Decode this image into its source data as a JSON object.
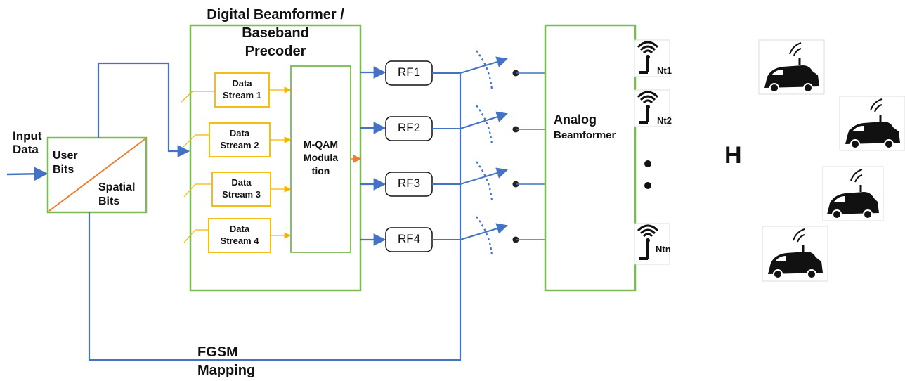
{
  "input_label": [
    "Input",
    "Data"
  ],
  "splitter": {
    "user_bits": [
      "User",
      "Bits"
    ],
    "spatial_bits": [
      "Spatial",
      "Bits"
    ]
  },
  "digital_block": {
    "title": [
      "Digital Beamformer /",
      "Baseband",
      "Precoder"
    ]
  },
  "data_streams": [
    [
      "Data",
      "Stream 1"
    ],
    [
      "Data",
      "Stream 2"
    ],
    [
      "Data",
      "Stream 3"
    ],
    [
      "Data",
      "Stream 4"
    ]
  ],
  "modulator": [
    "M-QAM",
    "Modula",
    "tion"
  ],
  "rf_chains": [
    "RF1",
    "RF2",
    "RF3",
    "RF4"
  ],
  "analog_block": {
    "title": "Analog",
    "subtitle": "Beamformer"
  },
  "antennas": [
    "Nt1",
    "Nt2",
    "Ntn"
  ],
  "channel_label": "H",
  "fgsm_label": [
    "FGSM",
    "Mapping"
  ],
  "colors": {
    "block_border": "#7cba55",
    "stream_border": "#f2b600",
    "wire": "#4472c4",
    "diagonal": "#ed7d31",
    "text": "#111111"
  },
  "icons": [
    "antenna-icon",
    "car-with-antenna-icon"
  ]
}
